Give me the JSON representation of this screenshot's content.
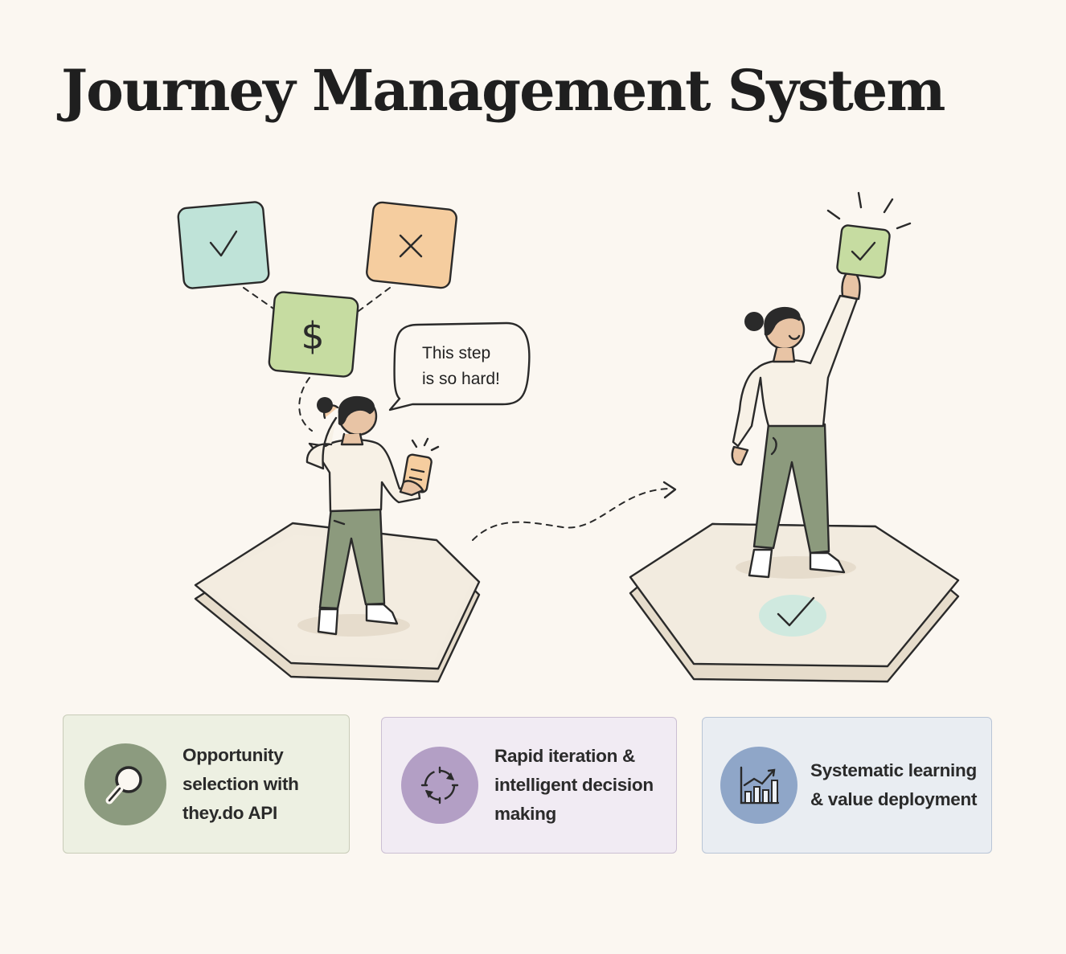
{
  "title": "Journey Management System",
  "speech_bubble": {
    "line1": "This step",
    "line2": "is so hard!"
  },
  "decision_icons": {
    "approve": "check-icon",
    "reject": "x-icon",
    "cost": "dollar-icon",
    "achieved": "check-icon"
  },
  "cards": [
    {
      "lines": [
        "Opportunity",
        "selection with",
        "they.do API"
      ],
      "icon": "magnifier-icon",
      "color": "#8c9b7f"
    },
    {
      "lines": [
        "Rapid iteration &",
        "intelligent decision",
        "making"
      ],
      "icon": "cycle-icon",
      "color": "#b39fc5"
    },
    {
      "lines": [
        "Systematic learning",
        "& value deployment"
      ],
      "icon": "growth-chart-icon",
      "color": "#8fa6c8"
    }
  ],
  "colors": {
    "background": "#fbf7f1",
    "mint": "#bfe3d8",
    "peach": "#f5cd9f",
    "green": "#c6dca1",
    "pants": "#8c9a7d",
    "platform": "#f2ebdf"
  }
}
